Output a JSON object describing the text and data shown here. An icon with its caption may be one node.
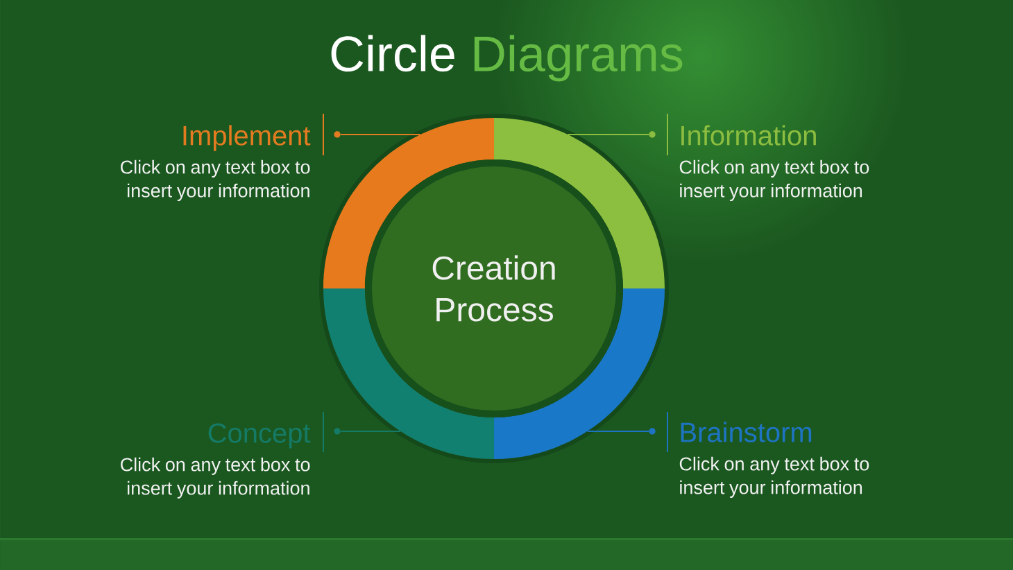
{
  "diagram": {
    "title": "Circle Diagrams",
    "nodes": [
      {
        "text": [
          "Implement",
          "Click on any text box to insert your information"
        ]
      },
      {
        "text": [],
        "shape": "circle"
      },
      {
        "text": [],
        "shape": "circle"
      },
      {
        "text": [
          "Information",
          "Click on any text box to insert your information"
        ]
      },
      {
        "text": [],
        "shape": "arc"
      },
      {
        "text": [],
        "shape": "arc"
      },
      {
        "text": [],
        "shape": "arc"
      },
      {
        "text": [],
        "shape": "arc"
      },
      {
        "text": [
          "Creation Process"
        ]
      },
      {
        "text": [
          "Concept",
          "Click on any text box to insert your information"
        ]
      },
      {
        "text": [],
        "shape": "circle"
      },
      {
        "text": [],
        "shape": "circle"
      },
      {
        "text": [
          "Brainstorm",
          "Click on any text box to insert your information"
        ]
      }
    ],
    "edges": [
      {
        "from": 1,
        "to": 4,
        "arrow": "none",
        "color": "#e57b20"
      },
      {
        "from": 2,
        "to": 5,
        "arrow": "none",
        "color": "#8dbd40"
      },
      {
        "from": 10,
        "to": 7,
        "arrow": "none",
        "color": "#157a66"
      },
      {
        "from": 11,
        "to": 6,
        "arrow": "none",
        "color": "#1e74c2"
      }
    ]
  }
}
